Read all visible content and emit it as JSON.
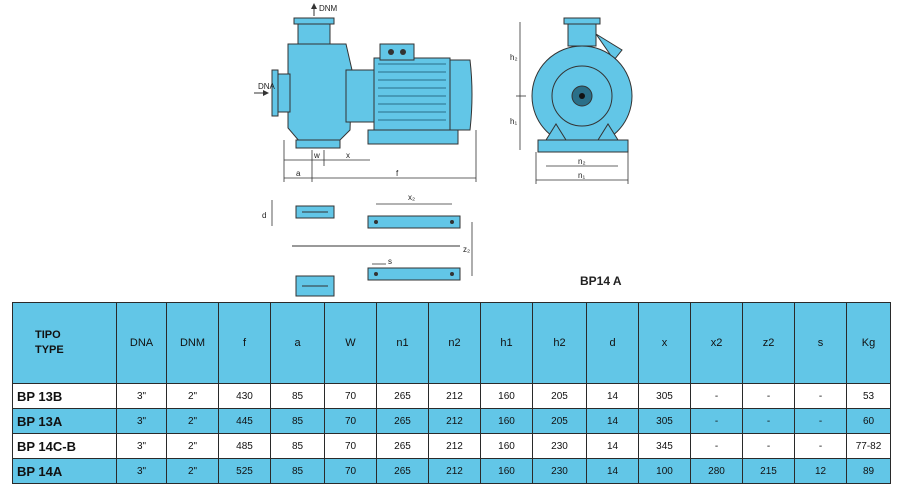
{
  "drawing": {
    "side_labels": {
      "dnm": "DNM",
      "dna": "DNA",
      "w": "w",
      "x": "x",
      "a": "a",
      "f": "f"
    },
    "front_labels": {
      "h2": "h₂",
      "h1": "h₁",
      "n2": "n₂",
      "n1": "n₁"
    },
    "detail_labels": {
      "d": "d",
      "x2": "x₂",
      "z2": "z₂",
      "s": "s"
    },
    "colors": {
      "pump_body": "#62c6e7",
      "outline": "#333333"
    }
  },
  "model_caption": "BP14 A",
  "table": {
    "headers": [
      {
        "line1": "TIPO",
        "line2": "TYPE"
      },
      {
        "line1": "DNA"
      },
      {
        "line1": "DNM"
      },
      {
        "line1": "f"
      },
      {
        "line1": "a"
      },
      {
        "line1": "W"
      },
      {
        "line1": "n1"
      },
      {
        "line1": "n2"
      },
      {
        "line1": "h1"
      },
      {
        "line1": "h2"
      },
      {
        "line1": "d"
      },
      {
        "line1": "x"
      },
      {
        "line1": "x2"
      },
      {
        "line1": "z2"
      },
      {
        "line1": "s"
      },
      {
        "line1": "Kg"
      }
    ],
    "rows": [
      [
        "BP 13B",
        "3\"",
        "2\"",
        "430",
        "85",
        "70",
        "265",
        "212",
        "160",
        "205",
        "14",
        "305",
        "-",
        "-",
        "-",
        "53"
      ],
      [
        "BP 13A",
        "3\"",
        "2\"",
        "445",
        "85",
        "70",
        "265",
        "212",
        "160",
        "205",
        "14",
        "305",
        "-",
        "-",
        "-",
        "60"
      ],
      [
        "BP 14C-B",
        "3\"",
        "2\"",
        "485",
        "85",
        "70",
        "265",
        "212",
        "160",
        "230",
        "14",
        "345",
        "-",
        "-",
        "-",
        "77-82"
      ],
      [
        "BP 14A",
        "3\"",
        "2\"",
        "525",
        "85",
        "70",
        "265",
        "212",
        "160",
        "230",
        "14",
        "100",
        "280",
        "215",
        "12",
        "89"
      ]
    ],
    "colors": {
      "header_bg": "#62c6e7",
      "stripe_bg": "#62c6e7",
      "row_bg": "#ffffff"
    }
  }
}
